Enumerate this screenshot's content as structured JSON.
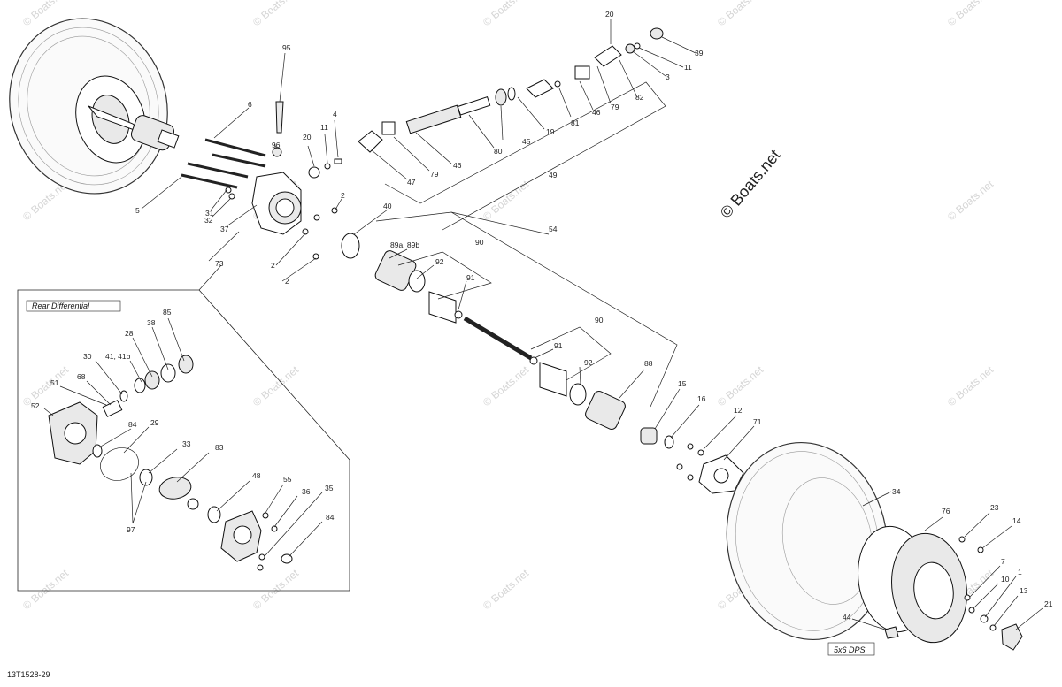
{
  "diagram": {
    "code": "13T1528-29",
    "watermark_text": "© Boats.net",
    "inset_label": "Rear Differential",
    "variant_label": "5x6 DPS",
    "callouts": {
      "c95": "95",
      "c6": "6",
      "c96": "96",
      "c5": "5",
      "c31": "31",
      "c32": "32",
      "c37": "37",
      "c73": "73",
      "c2a": "2",
      "c2b": "2",
      "c2c": "2",
      "c20a": "20",
      "c11a": "11",
      "c4": "4",
      "c40": "40",
      "c47": "47",
      "c79a": "79",
      "c46a": "46",
      "c80": "80",
      "c45": "45",
      "c19": "19",
      "c81": "81",
      "c46b": "46",
      "c79b": "79",
      "c82": "82",
      "c3": "3",
      "c11b": "11",
      "c39": "39",
      "c20b": "20",
      "c49": "49",
      "c54": "54",
      "c89": "89a, 89b",
      "c90a": "90",
      "c92a": "92",
      "c91a": "91",
      "c90b": "90",
      "c91b": "91",
      "c92b": "92",
      "c88": "88",
      "c15": "15",
      "c16": "16",
      "c12": "12",
      "c71": "71",
      "c34": "34",
      "c76": "76",
      "c23": "23",
      "c14": "14",
      "c7": "7",
      "c10": "10",
      "c1": "1",
      "c13": "13",
      "c21": "21",
      "c44": "44",
      "c85": "85",
      "c38": "38",
      "c28": "28",
      "c41": "41, 41b",
      "c30": "30",
      "c51": "51",
      "c68": "68",
      "c52": "52",
      "c84a": "84",
      "c29": "29",
      "c33": "33",
      "c83": "83",
      "c48": "48",
      "c55": "55",
      "c36": "36",
      "c35": "35",
      "c84b": "84",
      "c97": "97"
    }
  }
}
